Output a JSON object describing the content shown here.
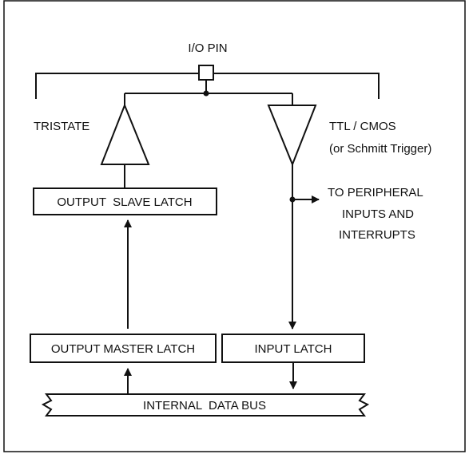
{
  "labels": {
    "io_pin": "I/O PIN",
    "tristate": "TRISTATE",
    "ttl_cmos": "TTL / CMOS",
    "schmitt": "(or Schmitt Trigger)",
    "peripheral_line1": "TO PERIPHERAL",
    "peripheral_line2": "INPUTS AND",
    "peripheral_line3": "INTERRUPTS"
  },
  "boxes": {
    "output_slave_latch": "OUTPUT  SLAVE LATCH",
    "output_master_latch": "OUTPUT MASTER LATCH",
    "input_latch": "INPUT LATCH",
    "internal_data_bus": "INTERNAL  DATA BUS"
  },
  "colors": {
    "line": "#111111",
    "background": "#ffffff"
  }
}
